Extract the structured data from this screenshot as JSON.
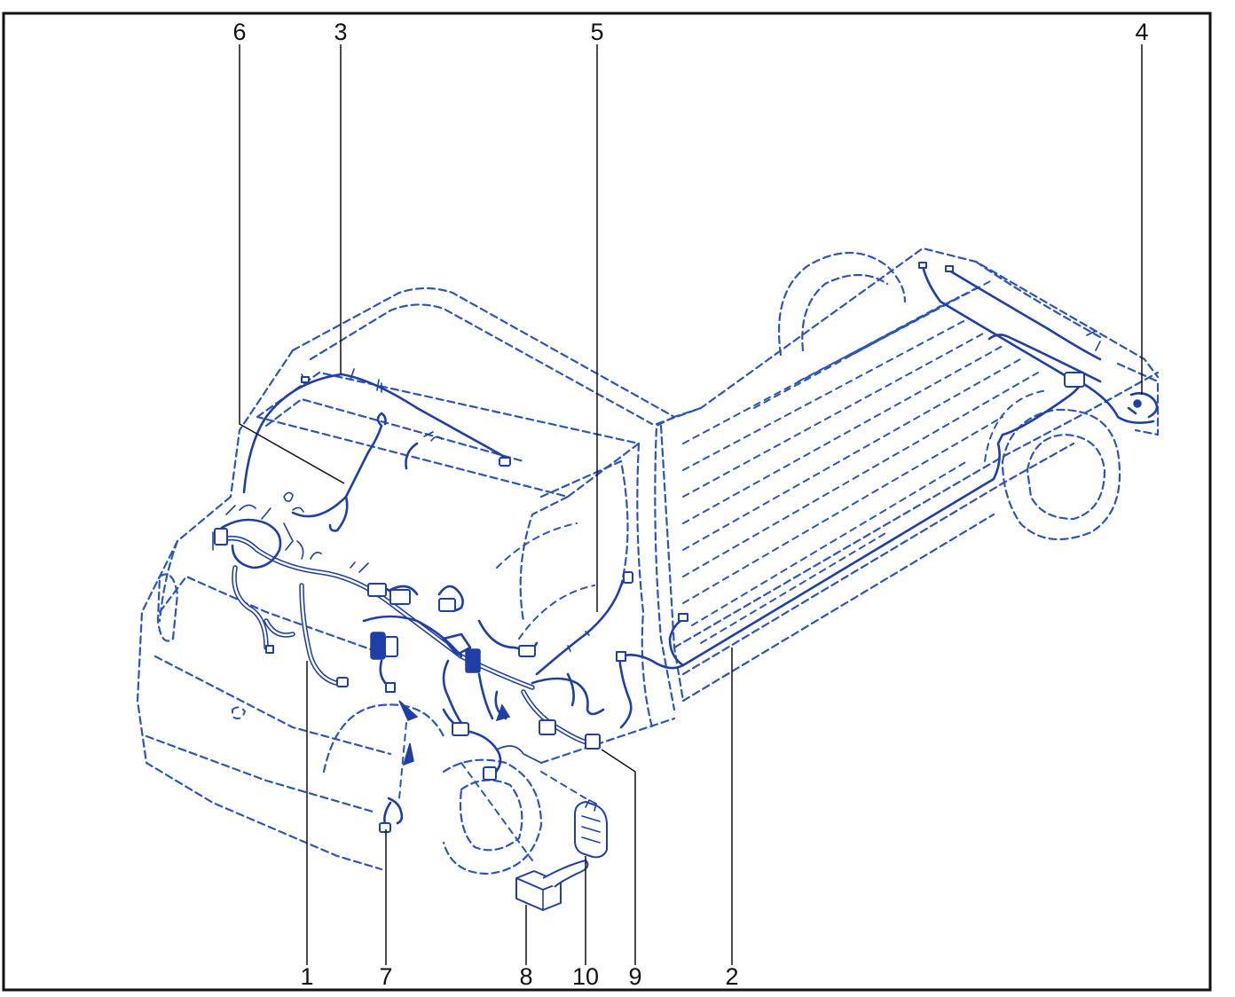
{
  "diagram": {
    "callouts": [
      {
        "id": "c6",
        "label": "6"
      },
      {
        "id": "c3",
        "label": "3"
      },
      {
        "id": "c5",
        "label": "5"
      },
      {
        "id": "c4",
        "label": "4"
      },
      {
        "id": "c1",
        "label": "1"
      },
      {
        "id": "c7",
        "label": "7"
      },
      {
        "id": "c8",
        "label": "8"
      },
      {
        "id": "c10",
        "label": "10"
      },
      {
        "id": "c9",
        "label": "9"
      },
      {
        "id": "c2",
        "label": "2"
      }
    ],
    "colors": {
      "harness": "#1f3fa6",
      "outline": "#2b56b5",
      "callout_text": "#111111",
      "frame": "#111111"
    }
  }
}
